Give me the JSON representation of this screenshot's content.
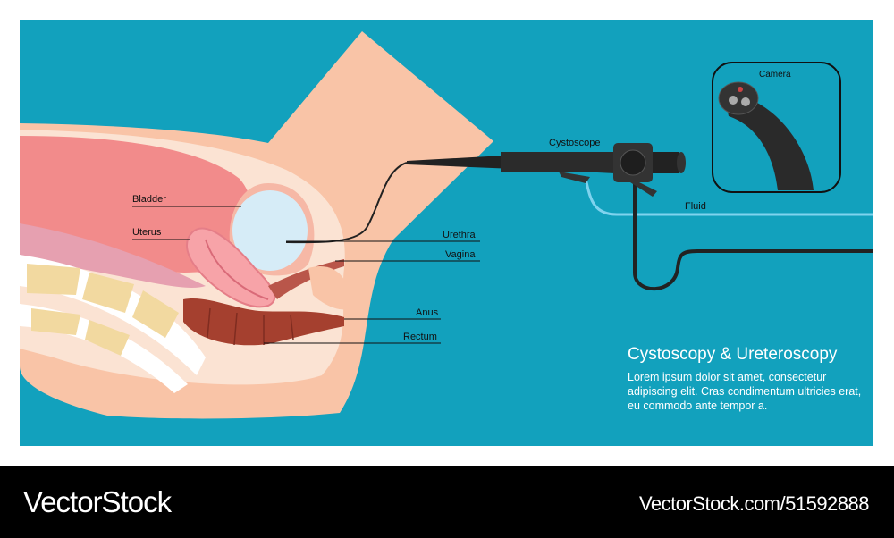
{
  "diagram": {
    "labels": {
      "bladder": "Bladder",
      "uterus": "Uterus",
      "urethra": "Urethra",
      "vagina": "Vagina",
      "anus": "Anus",
      "rectum": "Rectum",
      "cystoscope": "Cystoscope",
      "fluid": "Fluid",
      "camera": "Camera"
    },
    "colors": {
      "background": "#12a1bd",
      "skin": "#f9c4a7",
      "bladder": "#d6ecf7",
      "rectum": "#a5402f",
      "fluid": "#7fd3ee"
    }
  },
  "info": {
    "title": "Cystoscopy & Ureteroscopy",
    "body": "Lorem ipsum dolor sit amet, consectetur adipiscing elit. Cras condimentum ultricies erat, eu commodo ante tempor a."
  },
  "footer": {
    "brand": "VectorStock",
    "url": "VectorStock.com/51592888"
  }
}
